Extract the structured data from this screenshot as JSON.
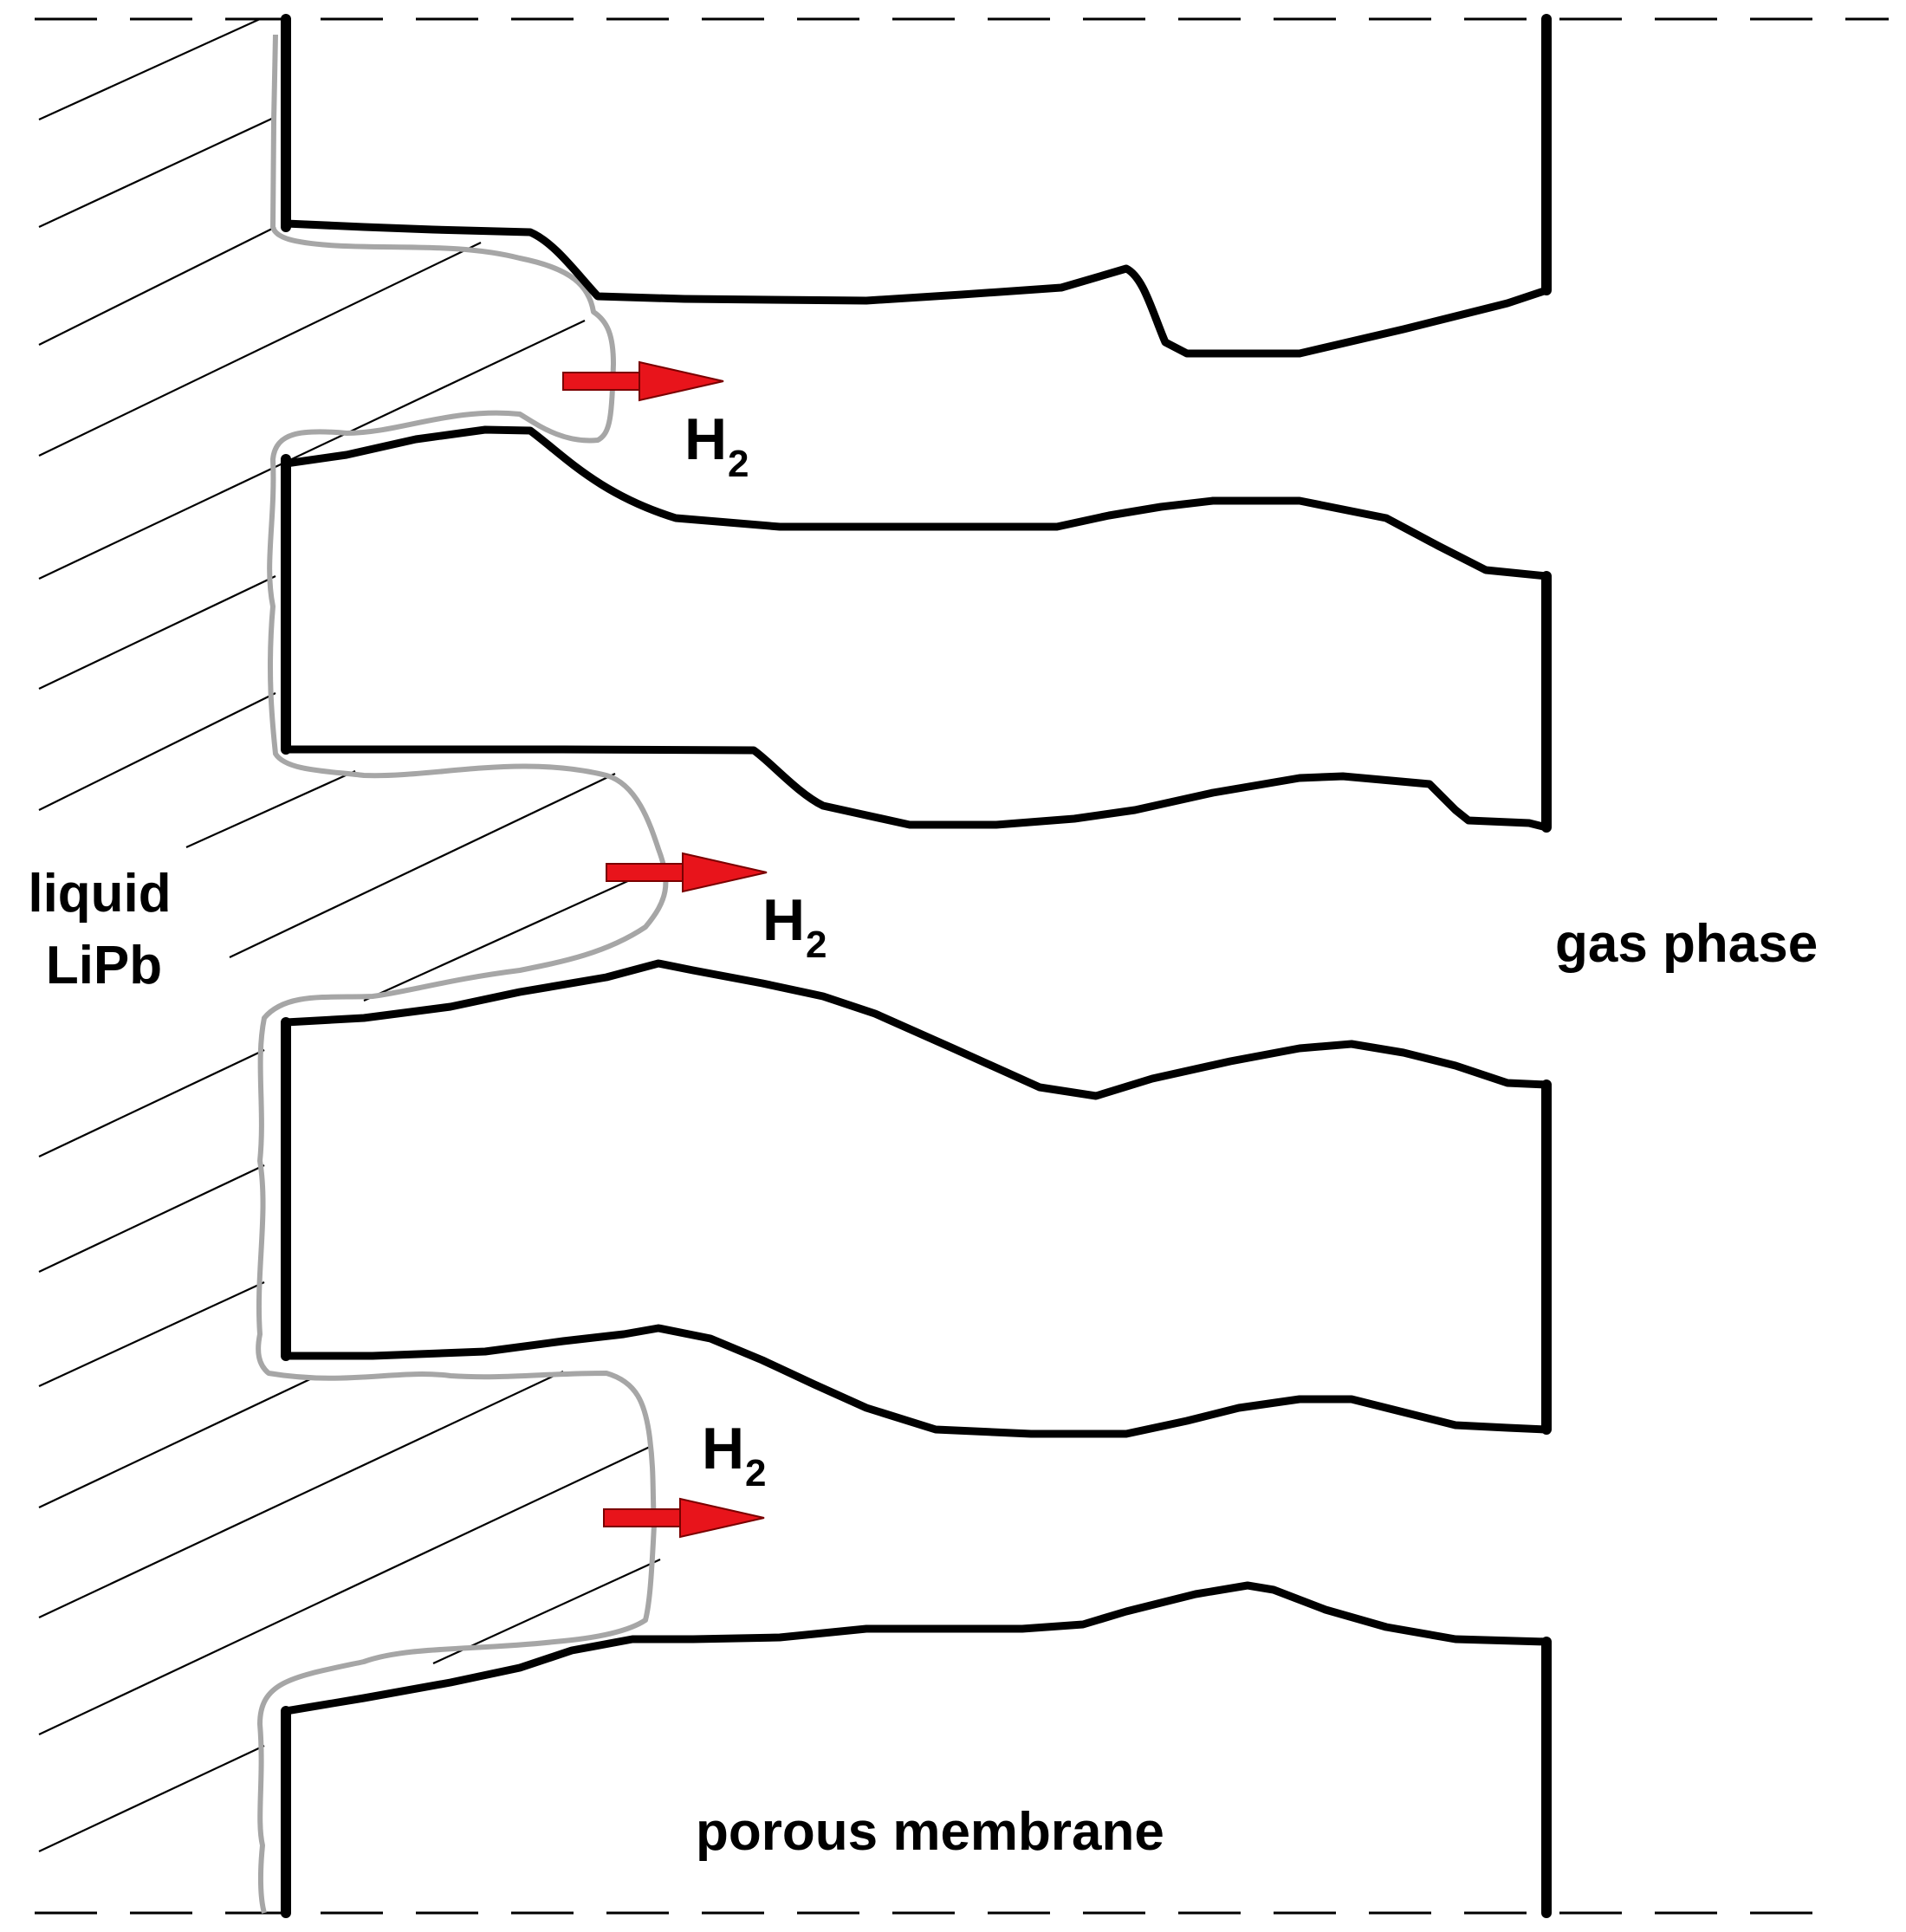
{
  "labels": {
    "liquid_line1": "liquid",
    "liquid_line2": "LiPb",
    "gas": "gas phase",
    "membrane": "porous membrane",
    "h2_main": "H",
    "h2_sub": "2"
  },
  "colors": {
    "outline": "#000000",
    "meniscus": "#a6a6a6",
    "arrow": "#e8141b",
    "background": "#ffffff"
  }
}
